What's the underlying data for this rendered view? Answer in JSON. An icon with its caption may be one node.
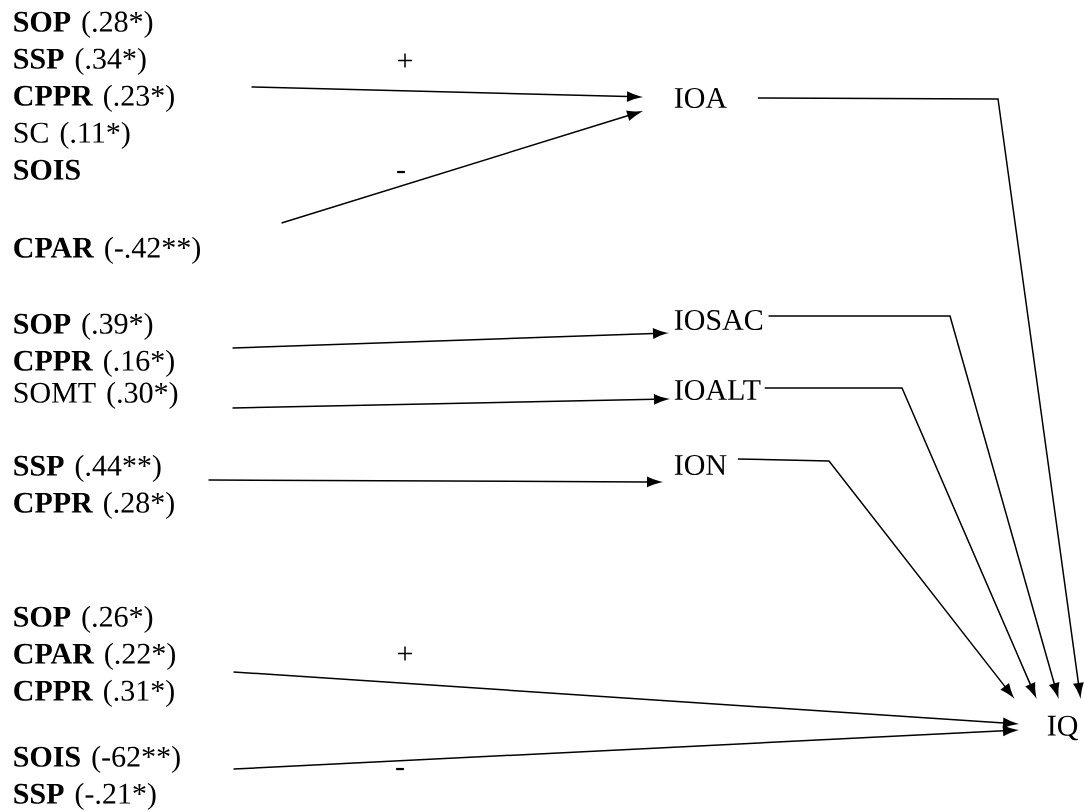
{
  "diagram": {
    "nodes": [
      {
        "text": [
          "SOP",
          "(.28*)",
          "SSP",
          "(.34*)",
          "CPPR",
          "(.23*)",
          "SC",
          "(.11*)",
          "SOIS"
        ]
      },
      {
        "text": [
          "CPAR",
          "(-.42**)"
        ]
      },
      {
        "text": [
          "IOA"
        ]
      },
      {
        "text": [
          "SOP",
          "(.39*)",
          "CPPR",
          "(.16*)"
        ]
      },
      {
        "text": [
          "IOSAC"
        ]
      },
      {
        "text": [
          "SOMT",
          "(.30*)"
        ]
      },
      {
        "text": [
          "IOALT"
        ]
      },
      {
        "text": [
          "SSP",
          "(.44**)",
          "CPPR",
          "(.28*)"
        ]
      },
      {
        "text": [
          "ION"
        ]
      },
      {
        "text": [
          "SOP",
          "(.26*)",
          "CPAR",
          "(.22*)",
          "CPPR",
          "(.31*)"
        ]
      },
      {
        "text": [
          "SOIS",
          "(-62**)",
          "SSP",
          "(-.21*)"
        ]
      },
      {
        "text": [
          "IQ"
        ]
      }
    ],
    "edges": [
      {
        "from": 0,
        "to": 2,
        "arrow": "to",
        "label": "+"
      },
      {
        "from": 1,
        "to": 2,
        "arrow": "to",
        "label": "-"
      },
      {
        "from": 3,
        "to": 4,
        "arrow": "to"
      },
      {
        "from": 5,
        "to": 6,
        "arrow": "to"
      },
      {
        "from": 7,
        "to": 8,
        "arrow": "to"
      },
      {
        "from": 2,
        "to": 11,
        "arrow": "to"
      },
      {
        "from": 4,
        "to": 11,
        "arrow": "to"
      },
      {
        "from": 6,
        "to": 11,
        "arrow": "to"
      },
      {
        "from": 8,
        "to": 11,
        "arrow": "to"
      },
      {
        "from": 9,
        "to": 11,
        "arrow": "to",
        "label": "+"
      },
      {
        "from": 10,
        "to": 11,
        "arrow": "to",
        "label": "-"
      }
    ]
  }
}
